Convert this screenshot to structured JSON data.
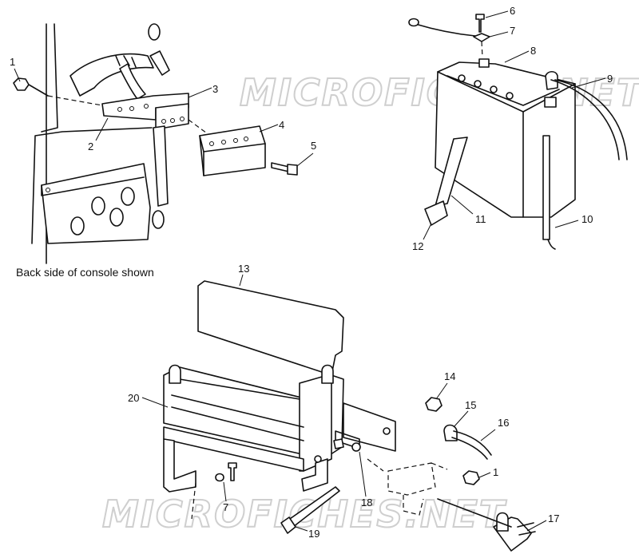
{
  "caption": "Back side of console shown",
  "watermarks": [
    "MICROFICHES.NET",
    "MICROFICHES.NET"
  ],
  "callouts": [
    "1",
    "2",
    "3",
    "4",
    "5",
    "6",
    "7",
    "8",
    "9",
    "10",
    "11",
    "12",
    "13",
    "20",
    "14",
    "15",
    "16",
    "1",
    "7",
    "18",
    "19",
    "17"
  ]
}
